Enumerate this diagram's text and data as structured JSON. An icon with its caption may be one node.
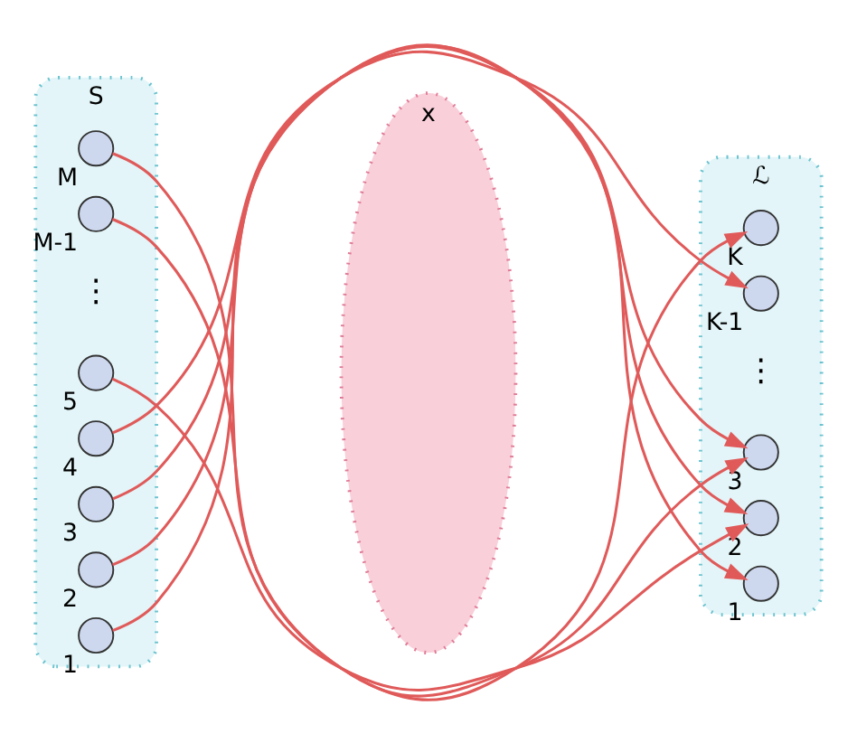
{
  "diagram": {
    "nodes": [
      {
        "text": [
          "S"
        ]
      },
      {
        "text": [],
        "shape": "circle",
        "beside": [
          "1"
        ],
        "in": 0
      },
      {
        "text": [],
        "shape": "circle",
        "beside": [
          "2"
        ],
        "in": 0
      },
      {
        "text": [],
        "shape": "circle",
        "beside": [
          "3"
        ],
        "in": 0
      },
      {
        "text": [],
        "shape": "circle",
        "beside": [
          "4"
        ],
        "in": 0
      },
      {
        "text": [],
        "shape": "circle",
        "beside": [
          "5"
        ],
        "in": 0
      },
      {
        "text": [],
        "shape": "circle",
        "beside": [
          "M-1"
        ],
        "in": 0
      },
      {
        "text": [],
        "shape": "circle",
        "beside": [
          "M"
        ],
        "in": 0
      },
      {
        "text": [
          "x"
        ]
      },
      {
        "text": [
          "ℒ"
        ]
      },
      {
        "text": [],
        "shape": "circle",
        "beside": [
          "1"
        ],
        "in": 9
      },
      {
        "text": [],
        "shape": "circle",
        "beside": [
          "2"
        ],
        "in": 9
      },
      {
        "text": [],
        "shape": "circle",
        "beside": [
          "3"
        ],
        "in": 9
      },
      {
        "text": [],
        "shape": "circle",
        "beside": [
          "K-1"
        ],
        "in": 9
      },
      {
        "text": [],
        "shape": "circle",
        "beside": [
          "K"
        ],
        "in": 9
      }
    ],
    "edges": [
      {
        "from": 1,
        "to": 11,
        "arrow": "to"
      },
      {
        "from": 2,
        "to": 12,
        "arrow": "to"
      },
      {
        "from": 3,
        "to": 10,
        "arrow": "to"
      },
      {
        "from": 4,
        "to": 13,
        "arrow": "to"
      },
      {
        "from": 5,
        "to": 11,
        "arrow": "to"
      },
      {
        "from": 6,
        "to": 14,
        "arrow": "to"
      },
      {
        "from": 7,
        "to": 12,
        "arrow": "to"
      }
    ],
    "labels": [
      "⋮",
      "⋮"
    ]
  }
}
